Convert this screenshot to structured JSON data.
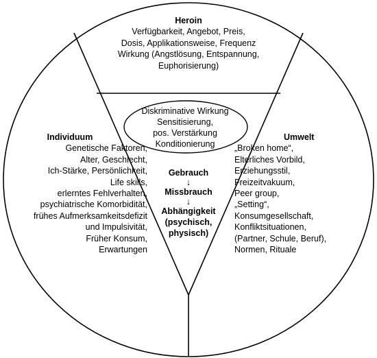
{
  "heroin": {
    "title": "Heroin",
    "lines": [
      "Verfügbarkeit, Angebot, Preis,",
      "Dosis, Applikationsweise, Frequenz",
      "Wirkung (Angstlösung, Entspannung,",
      "Euphorisierung)"
    ]
  },
  "mechanisms": {
    "lines": [
      "Diskriminative Wirkung",
      "Sensitisierung,",
      "pos. Verstärkung",
      "Konditionierung"
    ]
  },
  "individuum": {
    "title": "Individuum",
    "lines": [
      "Genetische Faktoren,",
      "Alter, Geschlecht,",
      "Ich-Stärke, Persönlichkeit,",
      "Life skills,",
      "erlerntes Fehlverhalten,",
      "psychiatrische Komorbidität,",
      "frühes Aufmerksamkeitsdefizit",
      "und Impulsivität,",
      "Früher Konsum,",
      "Erwartungen"
    ]
  },
  "umwelt": {
    "title": "Umwelt",
    "lines": [
      "„Broken home“,",
      "Elterliches Vorbild,",
      "Erziehungsstil,",
      "Freizeitvakuum,",
      "Peer group,",
      "„Setting“,",
      "Konsumgesellschaft,",
      "Konfliktsituationen,",
      "(Partner, Schule, Beruf),",
      "Normen, Rituale"
    ]
  },
  "progression": {
    "steps": [
      "Gebrauch",
      "Missbrauch",
      "Abhängigkeit",
      "(psychisch,",
      "physisch)"
    ],
    "arrow": "↓"
  }
}
